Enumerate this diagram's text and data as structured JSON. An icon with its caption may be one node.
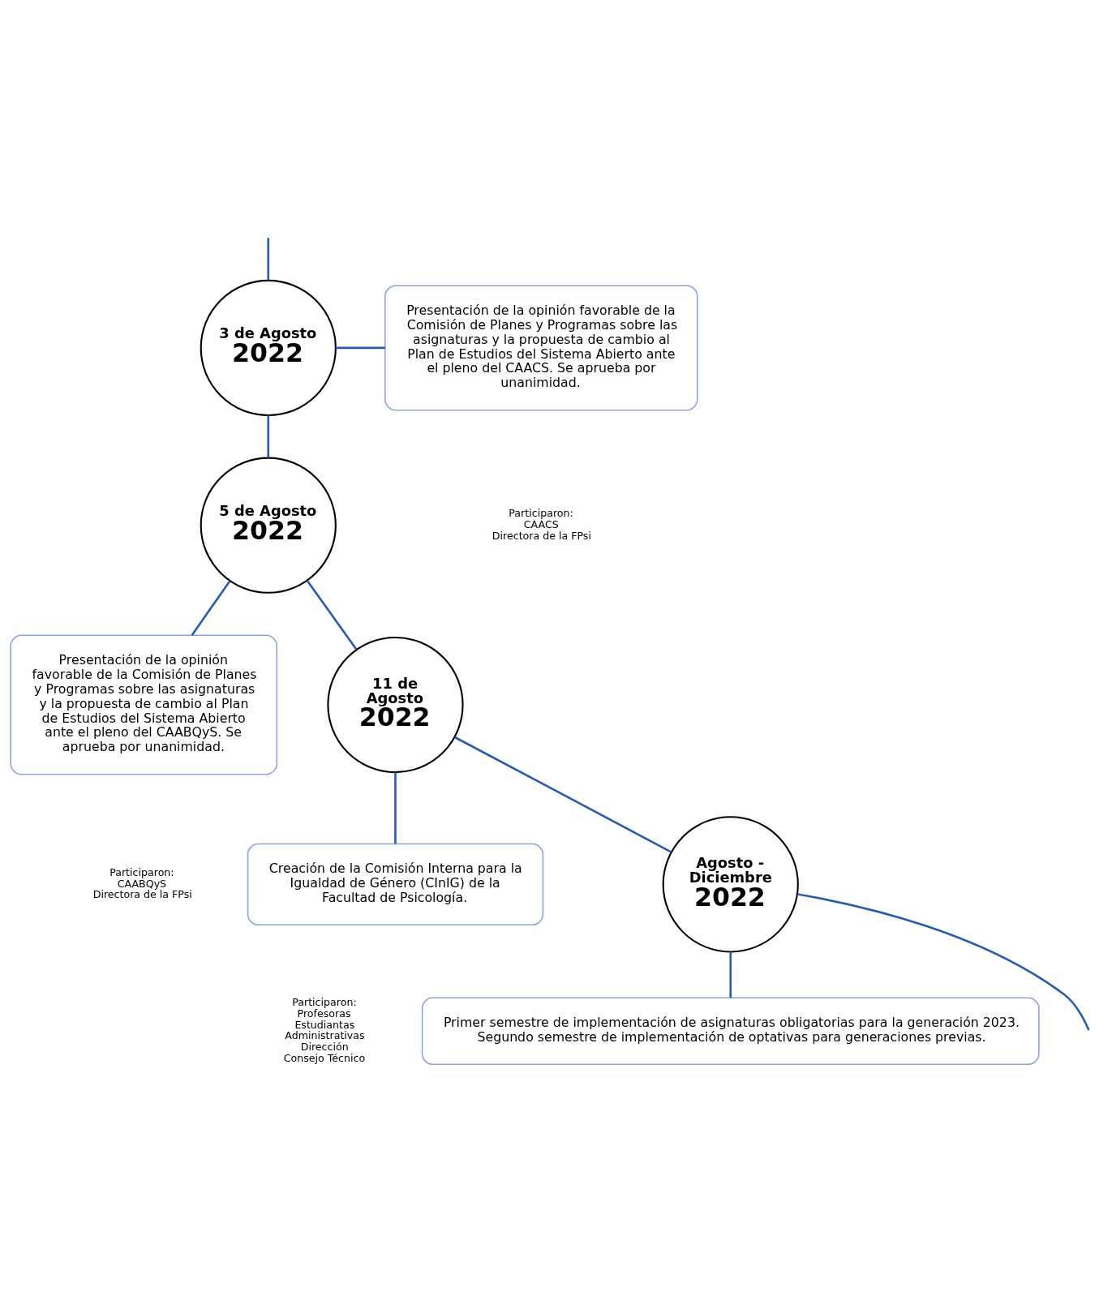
{
  "diagram": {
    "nodes": [
      {
        "text": [
          "3 de Agosto",
          "2022"
        ]
      },
      {
        "text": [
          "Presentación de la opinión favorable de la Comisión de Planes y Programas sobre las asignaturas y la propuesta de cambio al Plan de Estudios del Sistema Abierto ante el pleno del CAACS. Se aprueba por unanimidad."
        ],
        "beside": [
          "Participaron:",
          "CAACS",
          "Directora de la FPsi"
        ]
      },
      {
        "text": [
          "5 de Agosto",
          "2022"
        ]
      },
      {
        "text": [
          "Presentación de la opinión favorable de la Comisión de Planes y Programas sobre las asignaturas y la propuesta de cambio al Plan de Estudios del Sistema Abierto ante el pleno del CAABQyS. Se aprueba por unanimidad."
        ],
        "beside": [
          "Participaron:",
          "CAABQyS",
          "Directora de la FPsi"
        ]
      },
      {
        "text": [
          "11 de Agosto",
          "2022"
        ]
      },
      {
        "text": [
          "Creación de la Comisión Interna para la Igualdad de Género (CInIG) de la Facultad de Psicología."
        ],
        "beside": [
          "Participaron:",
          "Profesoras",
          "Estudiantas",
          "Administrativas",
          "Dirección",
          "Consejo Técnico"
        ]
      },
      {
        "text": [
          "Agosto - Diciembre",
          "2022"
        ]
      },
      {
        "text": [
          "Primer semestre de implementación de asignaturas obligatorias para la generación 2023.",
          "Segundo semestre de implementación de optativas para generaciones previas."
        ]
      }
    ],
    "edges": [
      {
        "from": null,
        "to": 0,
        "arrow": "none"
      },
      {
        "from": 0,
        "to": 1,
        "arrow": "none"
      },
      {
        "from": 0,
        "to": 2,
        "arrow": "none"
      },
      {
        "from": 2,
        "to": 3,
        "arrow": "none"
      },
      {
        "from": 2,
        "to": 4,
        "arrow": "none"
      },
      {
        "from": 4,
        "to": 5,
        "arrow": "none"
      },
      {
        "from": 4,
        "to": 6,
        "arrow": "none"
      },
      {
        "from": 6,
        "to": null,
        "arrow": "none"
      },
      {
        "from": 6,
        "to": 7,
        "arrow": "none"
      }
    ]
  }
}
